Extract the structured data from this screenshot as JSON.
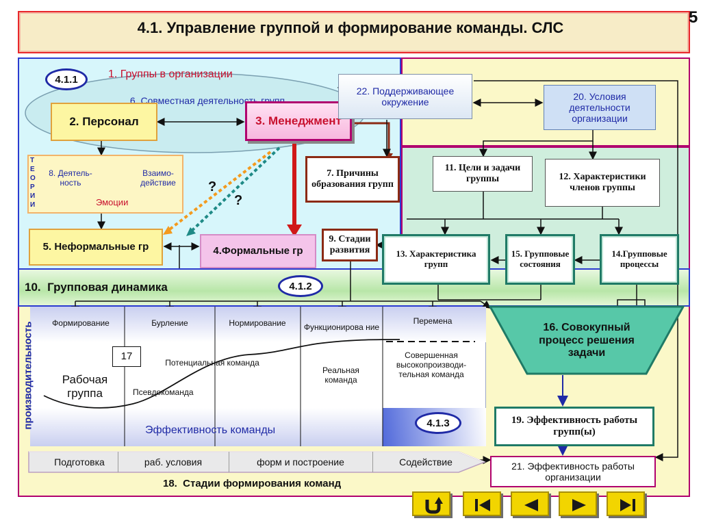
{
  "title": "4.1. Управление группой и формирование команды. СЛС",
  "page_corner": "5",
  "badges": {
    "b411": "4.1.1",
    "b412": "4.1.2",
    "b413": "4.1.3"
  },
  "nodes": {
    "n1": "1. Группы в организации",
    "n6": "6. Совместная деятельность групп",
    "n2": "2. Персонал",
    "n3": "3. Менеджмент",
    "n22": "22. Поддерживающее окружение",
    "n20": "20. Условия деятельности организации",
    "teorii": [
      "Т",
      "Е",
      "О",
      "Р",
      "И",
      "И"
    ],
    "n8_left": "8. Деятель-ность",
    "n8_right": "Взаимо-действие",
    "emotions": "Эмоции",
    "q1": "?",
    "q2": "?",
    "n7": "7. Причины образования групп",
    "n11": "11. Цели и задачи группы",
    "n12": "12. Характеристики членов группы",
    "n5": "5. Неформальные гр",
    "n4": "4.Формальные гр",
    "n9": "9. Стадии развития",
    "n13": "13. Характеристика групп",
    "n15": "15. Групповые состояния",
    "n14": "14.Групповые процессы",
    "n10": "10.  Групповая динамика",
    "n16": "16. Совокупный процесс решения задачи",
    "n19": "19. Эффективность работы групп(ы)",
    "n21": "21. Эффективность работы организации",
    "n17": "17",
    "n18": "18.  Стадии формирования команд"
  },
  "chart": {
    "ylabel": "производительность",
    "phases": [
      "Формирование",
      "Бурление",
      "Нормирование",
      "Функционирова ние",
      "Перемена"
    ],
    "working_group": "Рабочая группа",
    "pseudo_team": "Псевдокоманда",
    "potential_team": "Потенциальная команда",
    "real_team": "Реальная команда",
    "high_team": "Совершенная высокопроизводи-тельная команда",
    "xlabel": "Эффективность команды"
  },
  "stages": [
    "Подготовка",
    "раб. условия",
    "форм и построение",
    "Содействие"
  ],
  "colors": {
    "accent_red": "#c8102e",
    "blue_frame": "#2b3bd0",
    "teal": "#1f7a66",
    "magenta": "#b0006e"
  }
}
